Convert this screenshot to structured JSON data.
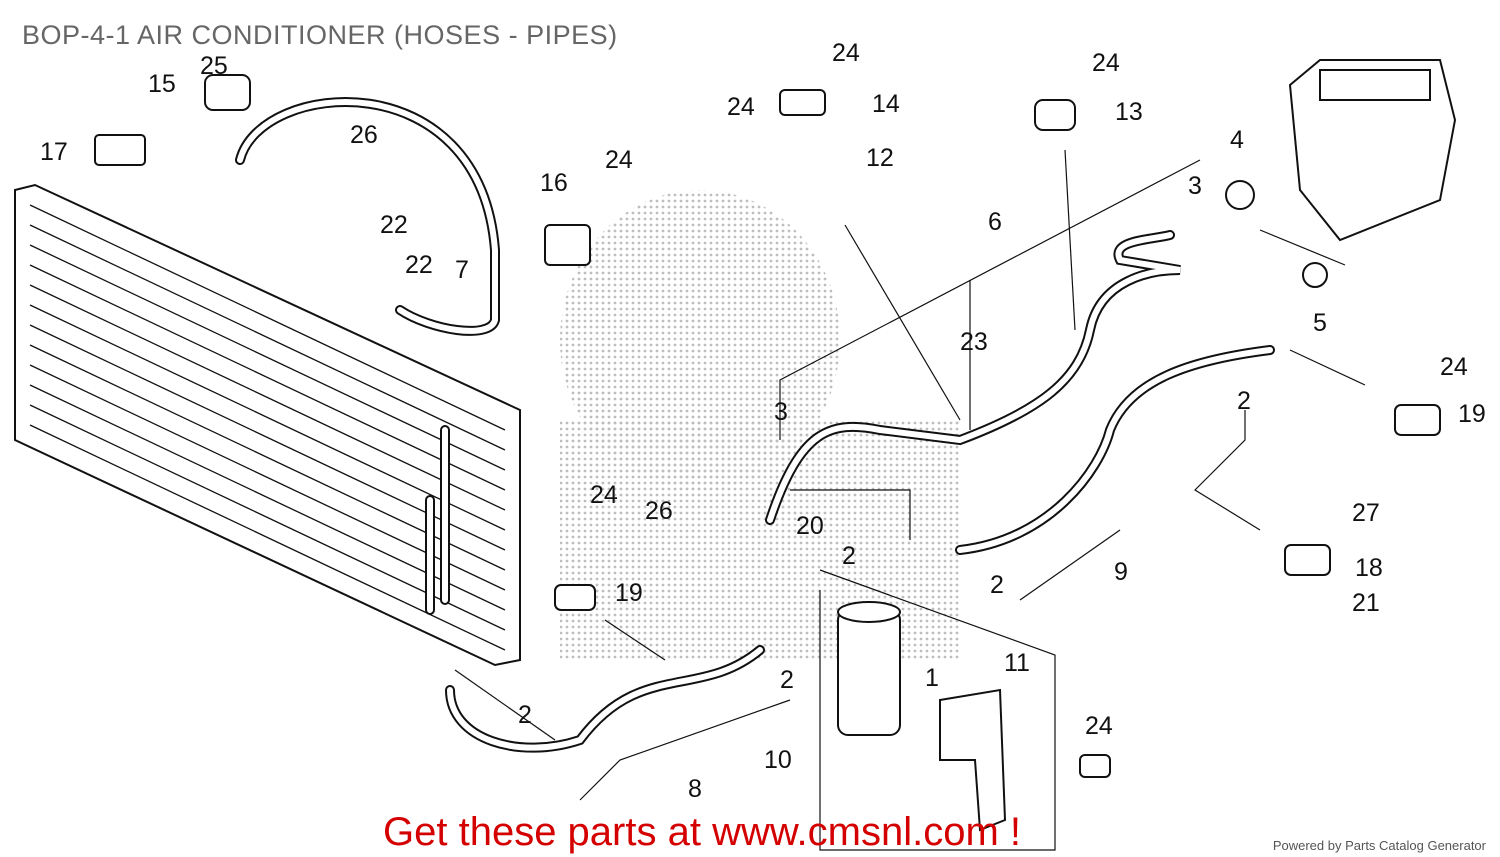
{
  "title": "BOP-4-1 AIR CONDITIONER (HOSES - PIPES)",
  "callouts": [
    "25",
    "15",
    "17",
    "26",
    "22",
    "22",
    "7",
    "16",
    "24",
    "24",
    "14",
    "24",
    "12",
    "24",
    "13",
    "4",
    "3",
    "6",
    "5",
    "23",
    "3",
    "24",
    "19",
    "2",
    "24",
    "26",
    "20",
    "2",
    "19",
    "27",
    "18",
    "21",
    "9",
    "2",
    "1",
    "11",
    "2",
    "2",
    "10",
    "8",
    "24"
  ],
  "footer": "Get these parts at www.cmsnl.com !",
  "powered_by": "Powered by Parts Catalog Generator",
  "colors": {
    "footer": "#d40000",
    "title": "#666666",
    "line": "#111111"
  }
}
